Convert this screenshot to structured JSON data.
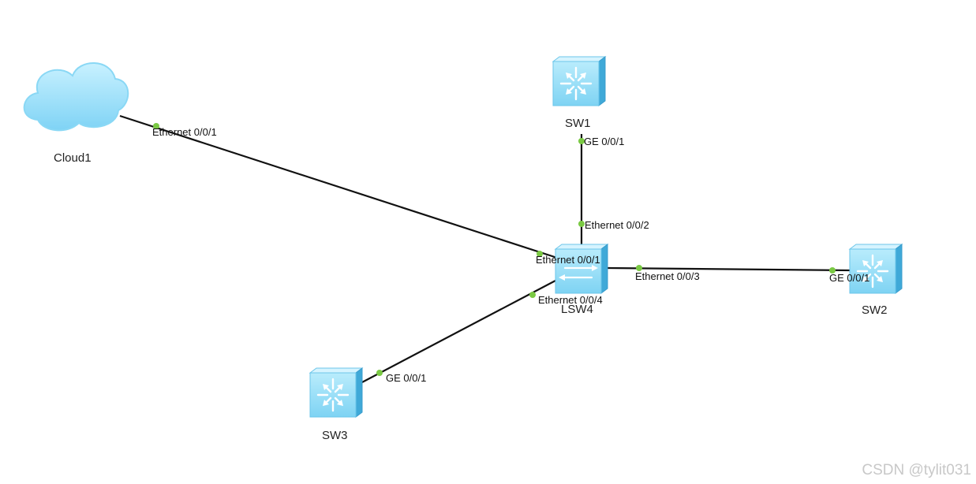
{
  "devices": {
    "cloud1": {
      "name": "Cloud1"
    },
    "sw1": {
      "name": "SW1"
    },
    "sw2": {
      "name": "SW2"
    },
    "sw3": {
      "name": "SW3"
    },
    "lsw4": {
      "name": "LSW4"
    }
  },
  "links": [
    {
      "a": "cloud1",
      "a_port": "Ethernet 0/0/1",
      "b": "lsw4",
      "b_port": "Ethernet 0/0/1"
    },
    {
      "a": "sw1",
      "a_port": "GE 0/0/1",
      "b": "lsw4",
      "b_port": "Ethernet 0/0/2"
    },
    {
      "a": "lsw4",
      "a_port": "Ethernet 0/0/3",
      "b": "sw2",
      "b_port": "GE 0/0/1"
    },
    {
      "a": "lsw4",
      "a_port": "Ethernet 0/0/4",
      "b": "sw3",
      "b_port": "GE 0/0/1"
    }
  ],
  "colors": {
    "link": "#111111",
    "port_dot": "#7ac943",
    "device_front": "#8fdcf5",
    "device_side": "#4fb6e0",
    "cloud": "#a8e6fb"
  },
  "watermark": "CSDN @tylit031"
}
